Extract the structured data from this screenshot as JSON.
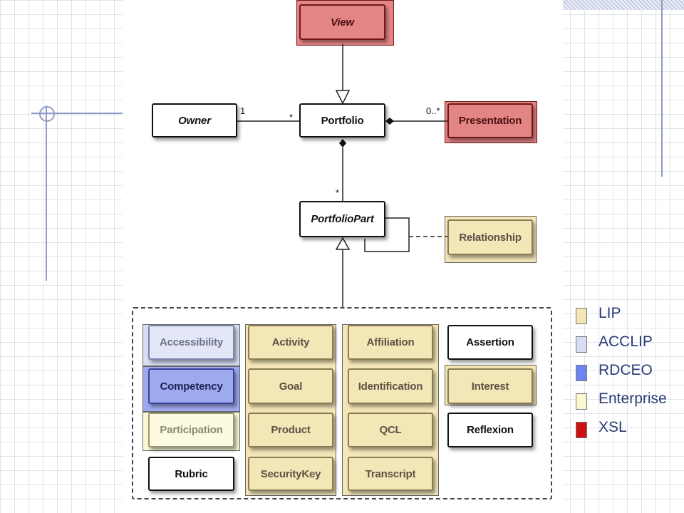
{
  "nodes": {
    "view": "View",
    "owner": "Owner",
    "portfolio": "Portfolio",
    "presentation": "Presentation",
    "portfolio_part": "PortfolioPart",
    "relationship": "Relationship",
    "accessibility": "Accessibility",
    "competency": "Competency",
    "participation": "Participation",
    "rubric": "Rubric",
    "activity": "Activity",
    "goal": "Goal",
    "product": "Product",
    "security_key": "SecurityKey",
    "affiliation": "Affiliation",
    "identification": "Identification",
    "qcl": "QCL",
    "transcript": "Transcript",
    "assertion": "Assertion",
    "interest": "Interest",
    "reflexion": "Reflexion"
  },
  "multiplicities": {
    "owner_end": "1",
    "portfolio_owner_end": "*",
    "presentation_end": "0..*",
    "portfolio_part_end": "*"
  },
  "legend": [
    {
      "label": "LIP",
      "color": "#f3e6b7"
    },
    {
      "label": "ACCLIP",
      "color": "#d9def5"
    },
    {
      "label": "RDCEO",
      "color": "#6d83f0"
    },
    {
      "label": "Enterprise",
      "color": "#fbf8d0"
    },
    {
      "label": "XSL",
      "color": "#cc1111"
    }
  ]
}
